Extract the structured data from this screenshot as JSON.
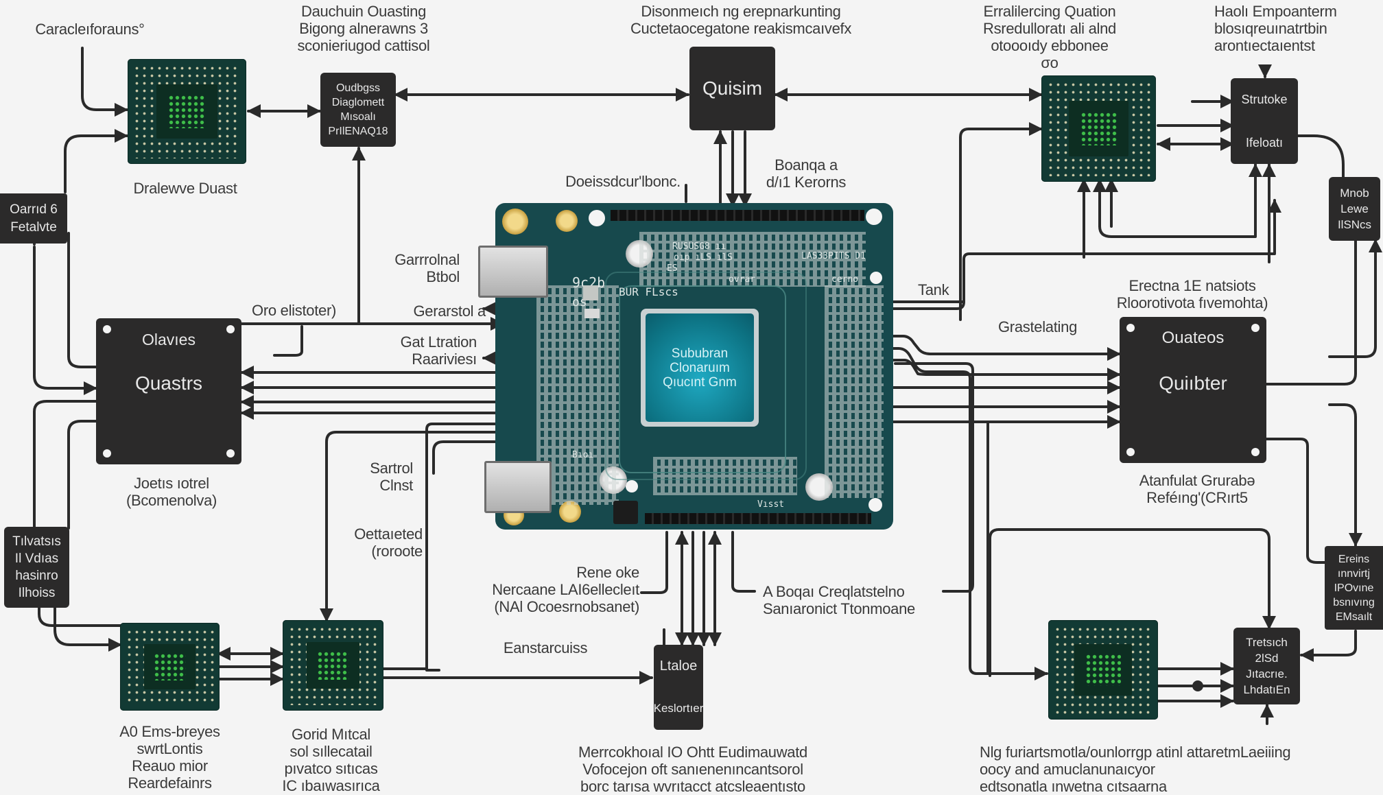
{
  "diagram": {
    "title": "Quantum processor board block diagram",
    "colors": {
      "background": "#f4f4f4",
      "block": "#2b2a2a",
      "wire": "#2a2a2a",
      "pcb": "#17494d",
      "chip": "#123a34",
      "chip_core": "#3fbf4a",
      "processor_face": "#1fa9c2"
    },
    "annotations": {
      "top_left_corner": "Caracleıforauns°",
      "top_left_cluster": "Dauchuin Ouasting\nBigong alnerawns 3\nsconieriugod cattisol",
      "top_center": "Disonmeıch ng erepnarkunting\nCuctetaocegatone reakismcaıvefx",
      "top_right_cluster": "Erralilercing Quation\nRsredulloratı ali alnd\notoooıdy ebbonee\nσo",
      "top_far_right": "Haolı Empoanterm\nblosıqreuınatrtbin\narontıectaıentst",
      "chip_tl_caption": "Dralewve Duast",
      "bus_label_top": "Boanqa a\nd/ı1 Kerorns",
      "board_label_top": "Doeissdcur'lbonc.",
      "port_top_label": "Garrrolnal\nBtbol",
      "left_mid_1": "Oro elistoter)",
      "left_mid_2": "Gerarstol a",
      "left_mid_3": "Gat Ltration\nRaariviesı",
      "quasar_caption": "Joetıs ıotrel\n(Bcomenolva)",
      "port_bottom_label": "Sartrol\nClnst",
      "left_lower": "Oettaıeted\n(roroote",
      "right_tank": "Tank",
      "right_mid_cluster": "Erectna 1E natsiots\nRloorotivota fıvemohta)",
      "right_mid_2": "Grastelating",
      "quibter_caption": "Atanfulat Grurabə\nReféıng'(CRırt5",
      "bottom_left_1": "A0 Ems-breyes\nswrtLontis\nReauo mior\nReardefainrs",
      "bottom_left_2": "Gorid Mıtcal\nsol sıllecatail\npıvatco sıtıcas\nIC ıbaıwasırıca",
      "bottom_center_l": "Rene oke\nNercaane LAI6ellecleıt\n(NAl Ocoesrnobsanet)",
      "bottom_center_r": "A Boqaı Creqlatstelno\nSanıaronict Ttonmoane",
      "bottom_mid": "Eanstarcuiss",
      "bottom_caption_center": "Merrcokhoıal IO Ohtt Eudimauwatd\nVofocejon oft sanıenenıncantsorol\nborc tarısa wvrıtacct atcsleaentısto",
      "bottom_caption_right": "Nlg furiartsmotla/ounlorrgp atinl attaretmLaeiiing\noocy and amuclanunaıcyor\nedtsonatla ınwetna cıtsaarna"
    },
    "blocks": {
      "quisim": "Quisim",
      "top_left_block": "Oudbgss\nDiaglomett\nMısoalı\nPrIlENAQ18",
      "top_right_block_top": "Strutoke",
      "top_right_block_bottom": "Ifeloatı",
      "far_left_top": "Oarrıd 6\nFetalvte",
      "quasar_top": "Olavıes",
      "quasar_main": "Quastrs",
      "far_left_bottom": "Tılvatsıs\nIl Vdıas\nhasinro\nIlhoiss",
      "quibter_top": "Ouateos",
      "quibter_main": "Quiıbter",
      "far_right_top": "Mnob\nLewe\nIlSNcs",
      "far_right_bottom": "Ereins\nınnvirtj\nIPOvıne\nbsnıvıng\nEMsaılt",
      "bottom_right_block": "Tretsıch\n2lSd\nJıtacrıe.\nLhdatıEn",
      "bottom_mid_top": "Ltaloe",
      "bottom_mid_bottom": "Keslortıer"
    },
    "board": {
      "processor_label": "Sububran\nClonaruım\nQıucınt Gnm",
      "silk": [
        "9c2b",
        "os",
        "BUR FLscs",
        "LAS33PITS D1",
        "RUSUSG8 ıı",
        "ES",
        "Vısst",
        "cerno",
        "Bıoı",
        "ovrar",
        "oıp  ıLS  ılS"
      ]
    }
  }
}
